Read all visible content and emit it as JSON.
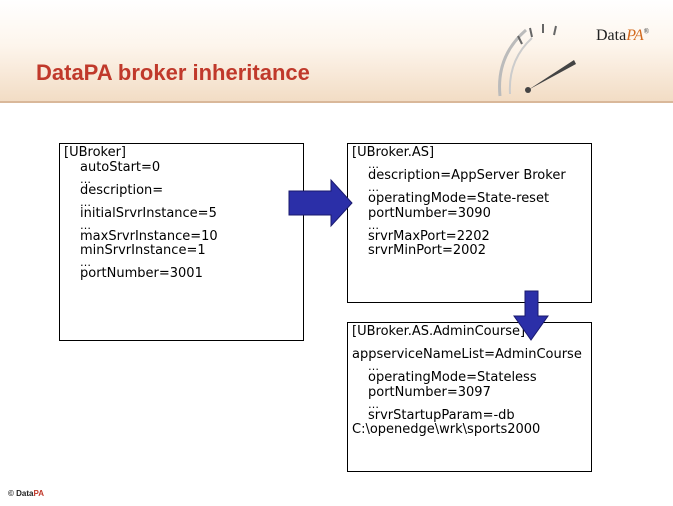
{
  "slide": {
    "title": "DataPA broker inheritance",
    "logo": {
      "text_main": "Data",
      "text_accent": "PA",
      "mark": "®"
    },
    "footer": {
      "copyright": "© Data",
      "brand": "PA"
    }
  },
  "boxes": {
    "ubroker": {
      "header": "[UBroker]",
      "lines": [
        "autoStart=0",
        "…",
        "description=",
        "…",
        "initialSrvrInstance=5",
        "…",
        "maxSrvrInstance=10",
        "minSrvrInstance=1",
        "…",
        "portNumber=3001"
      ]
    },
    "as": {
      "header": "[UBroker.AS]",
      "lines": [
        "…",
        "description=AppServer Broker",
        "…",
        "operatingMode=State-reset",
        "portNumber=3090",
        "…",
        "srvrMaxPort=2202",
        "srvrMinPort=2002"
      ]
    },
    "admin": {
      "header": "[UBroker.AS.AdminCourse]",
      "full_line": "appserviceNameList=AdminCourse",
      "lines": [
        "…",
        "operatingMode=Stateless",
        "portNumber=3097",
        "…",
        "srvrStartupParam=-db"
      ],
      "last_line": "C:\\openedge\\wrk\\sports2000"
    }
  },
  "colors": {
    "arrow": "#2b2fa8",
    "title": "#c0392b",
    "accent": "#d2691e"
  },
  "icons": {
    "gauge": "speedometer-gauge-icon",
    "right_arrow": "right-arrow",
    "down_arrow": "down-arrow"
  }
}
